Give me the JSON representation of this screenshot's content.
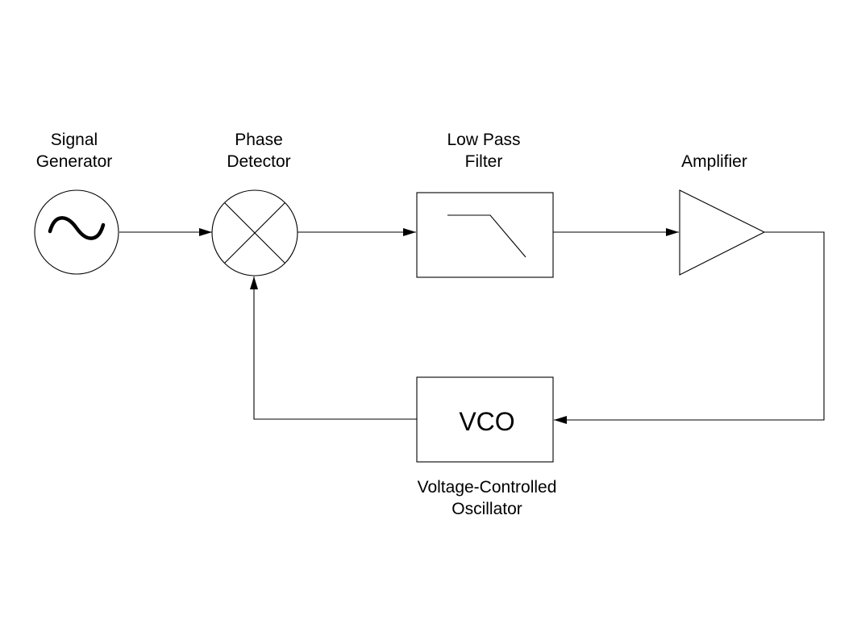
{
  "blocks": {
    "signal_generator": {
      "label_line1": "Signal",
      "label_line2": "Generator"
    },
    "phase_detector": {
      "label_line1": "Phase",
      "label_line2": "Detector"
    },
    "low_pass_filter": {
      "label_line1": "Low Pass",
      "label_line2": "Filter"
    },
    "amplifier": {
      "label": "Amplifier"
    },
    "vco": {
      "symbol_text": "VCO",
      "label_line1": "Voltage-Controlled",
      "label_line2": "Oscillator"
    }
  },
  "connections": [
    {
      "from": "signal_generator",
      "to": "phase_detector"
    },
    {
      "from": "phase_detector",
      "to": "low_pass_filter"
    },
    {
      "from": "low_pass_filter",
      "to": "amplifier"
    },
    {
      "from": "amplifier",
      "to": "vco"
    },
    {
      "from": "vco",
      "to": "phase_detector"
    }
  ],
  "colors": {
    "line": "#000000",
    "background": "#ffffff"
  }
}
